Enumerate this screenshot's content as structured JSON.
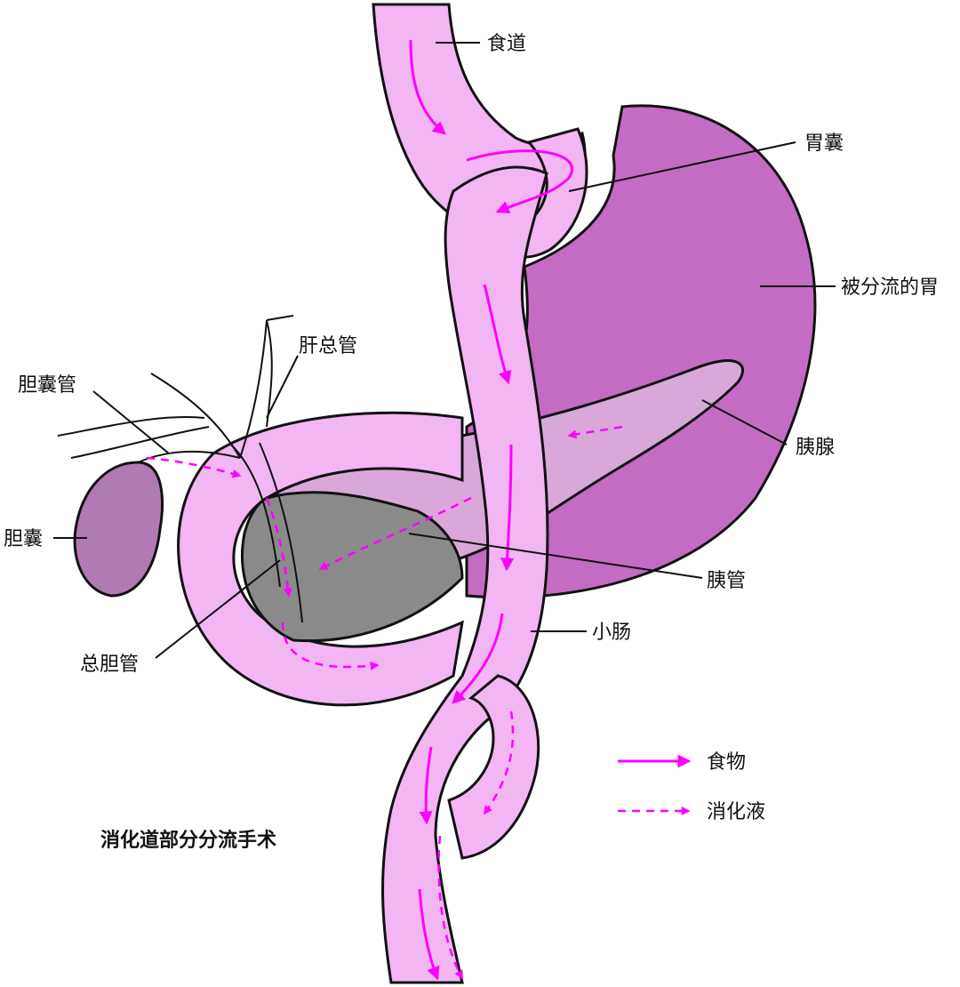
{
  "labels": {
    "esophagus": "食道",
    "gastric_pouch": "胃囊",
    "bypassed_stomach": "被分流的胃",
    "common_hepatic_duct": "肝总管",
    "cystic_duct": "胆囊管",
    "pancreas": "胰腺",
    "gallbladder": "胆囊",
    "pancreatic_duct": "胰管",
    "small_intestine": "小肠",
    "common_bile_duct": "总胆管"
  },
  "legend": {
    "food": "食物",
    "digestive_juice": "消化液"
  },
  "caption": "消化道部分分流手术",
  "colors": {
    "stomach": "#c46bc4",
    "intestine": "#f2b6f2",
    "pancreas": "#d9a8d9",
    "gallbladder": "#b27ab2",
    "duodenum_shadow": "#8a8a8a",
    "arrow": "#ff00ff",
    "outline": "#111111"
  }
}
